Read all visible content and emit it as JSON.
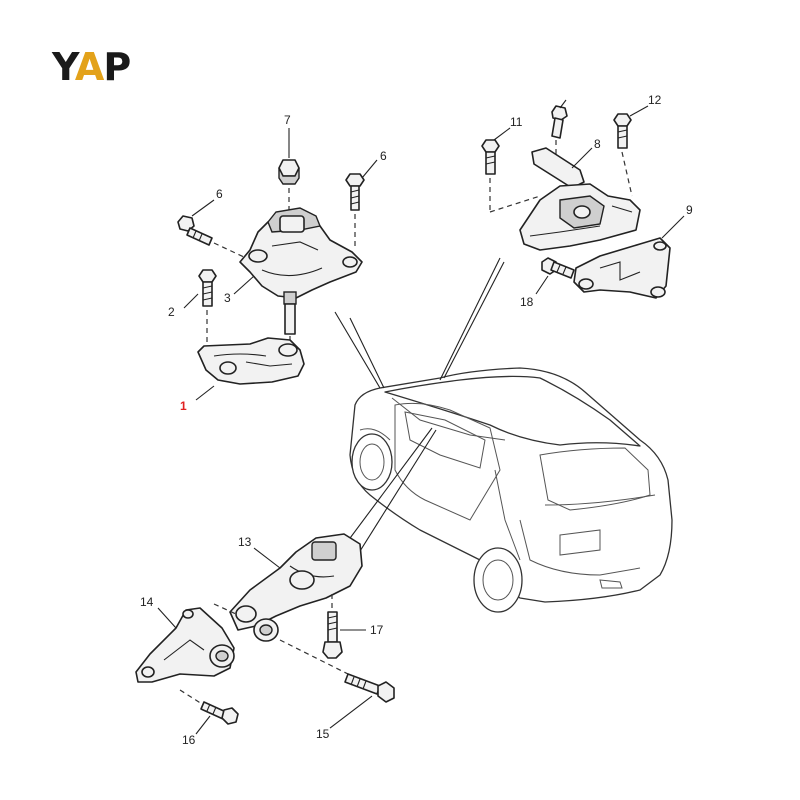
{
  "logo": {
    "part1": "Y",
    "part2": "A",
    "part3": "P"
  },
  "callouts": [
    "7",
    "6",
    "6",
    "2",
    "3",
    "1",
    "11",
    "12",
    "8",
    "9",
    "18",
    "13",
    "14",
    "17",
    "16",
    "15"
  ],
  "colors": {
    "logo_accent": "#e3a21a",
    "logo_dark": "#1a1a1a",
    "callout_1": "#e02020",
    "line": "#222222"
  }
}
